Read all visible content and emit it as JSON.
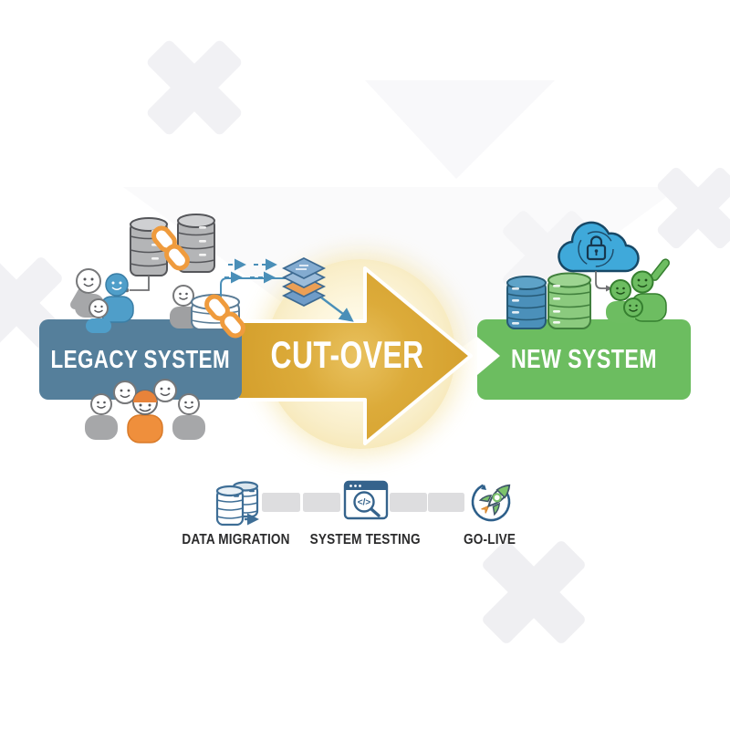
{
  "banners": {
    "legacy": {
      "label": "LEGACY SYSTEM",
      "color": "#557f9b"
    },
    "cutover": {
      "label": "CUT-OVER",
      "color": "#d7a433",
      "glow_color": "#f7e8bb"
    },
    "new": {
      "label": "NEW SYSTEM",
      "color": "#6cbd60"
    }
  },
  "timeline": {
    "code_glyph": "</>",
    "steps": [
      {
        "label": "DATA MIGRATION",
        "icon": "database-transfer-icon"
      },
      {
        "label": "SYSTEM TESTING",
        "icon": "code-search-icon"
      },
      {
        "label": "GO-LIVE",
        "icon": "rocket-launch-icon"
      }
    ]
  },
  "illustrations": {
    "left_of_arrow": [
      "linked-databases-icon",
      "legacy-team-icon",
      "database-with-chain-icon",
      "data-flow-arrows-icon",
      "data-layers-icon"
    ],
    "below_legacy": [
      "cutover-team-icon"
    ],
    "right_of_arrow": [
      "secure-cloud-icon",
      "new-databases-icon",
      "new-team-icon"
    ]
  },
  "colors": {
    "legacy_blue": "#557f9b",
    "cutover_gold": "#d7a433",
    "new_green": "#6cbd60",
    "chain_orange": "#ef9b3d",
    "flow_blue": "#4a8fb8",
    "cloud_blue": "#3fa9da",
    "team_orange": "#ef8f3c",
    "step_icon_blue": "#35638c",
    "connector_gray": "#dddddf",
    "label_dark": "#2b2b2c"
  }
}
